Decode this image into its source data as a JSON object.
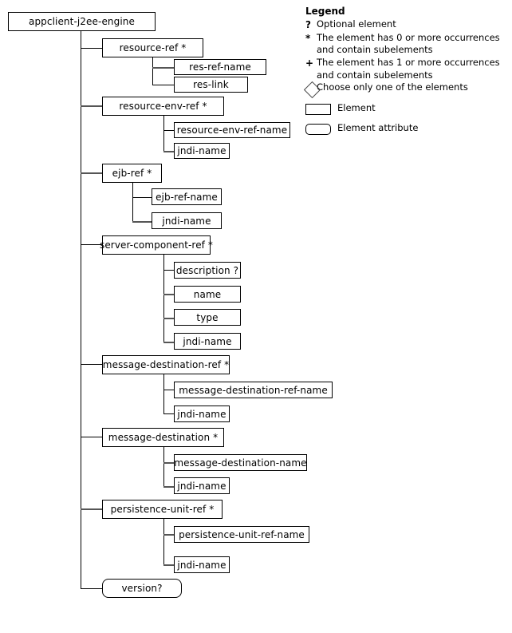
{
  "diagram": {
    "title": "appclient-j2ee-engine",
    "root": {
      "label": "appclient-j2ee-engine",
      "kind": "element"
    },
    "nodes": [
      {
        "label": "resource-ref *",
        "kind": "element",
        "level": 1
      },
      {
        "label": "res-ref-name",
        "kind": "element",
        "level": 2
      },
      {
        "label": "res-link",
        "kind": "element",
        "level": 2
      },
      {
        "label": "resource-env-ref *",
        "kind": "element",
        "level": 1
      },
      {
        "label": "resource-env-ref-name",
        "kind": "element",
        "level": 2
      },
      {
        "label": "jndi-name",
        "kind": "element",
        "level": 2
      },
      {
        "label": "ejb-ref *",
        "kind": "element",
        "level": 1
      },
      {
        "label": "ejb-ref-name",
        "kind": "element",
        "level": 2
      },
      {
        "label": "jndi-name",
        "kind": "element",
        "level": 2
      },
      {
        "label": "server-component-ref *",
        "kind": "element",
        "level": 1
      },
      {
        "label": "description ?",
        "kind": "element",
        "level": 2
      },
      {
        "label": "name",
        "kind": "element",
        "level": 2
      },
      {
        "label": "type",
        "kind": "element",
        "level": 2
      },
      {
        "label": "jndi-name",
        "kind": "element",
        "level": 2
      },
      {
        "label": "message-destination-ref *",
        "kind": "element",
        "level": 1
      },
      {
        "label": "message-destination-ref-name",
        "kind": "element",
        "level": 2
      },
      {
        "label": "jndi-name",
        "kind": "element",
        "level": 2
      },
      {
        "label": "message-destination *",
        "kind": "element",
        "level": 1
      },
      {
        "label": "message-destination-name",
        "kind": "element",
        "level": 2
      },
      {
        "label": "jndi-name",
        "kind": "element",
        "level": 2
      },
      {
        "label": "persistence-unit-ref *",
        "kind": "element",
        "level": 1
      },
      {
        "label": "persistence-unit-ref-name",
        "kind": "element",
        "level": 2
      },
      {
        "label": "jndi-name",
        "kind": "element",
        "level": 2
      },
      {
        "label": "version?",
        "kind": "attribute",
        "level": 1
      }
    ]
  },
  "legend": {
    "title": "Legend",
    "entries": [
      {
        "mark": "?",
        "text": "Optional element"
      },
      {
        "mark": "*",
        "text": "The element has 0 or more occurrences and contain subelements"
      },
      {
        "mark": "+",
        "text": "The element has 1 or more occurrences and contain subelements"
      },
      {
        "mark": "diamond-icon",
        "text": "Choose only one of the elements"
      },
      {
        "mark": "rectangle-icon",
        "text": "Element"
      },
      {
        "mark": "rounded-rectangle-icon",
        "text": "Element attribute"
      }
    ]
  },
  "colors": {
    "line": "#000000",
    "line_grey": "#555555",
    "box_border": "#000000",
    "background": "#ffffff"
  }
}
